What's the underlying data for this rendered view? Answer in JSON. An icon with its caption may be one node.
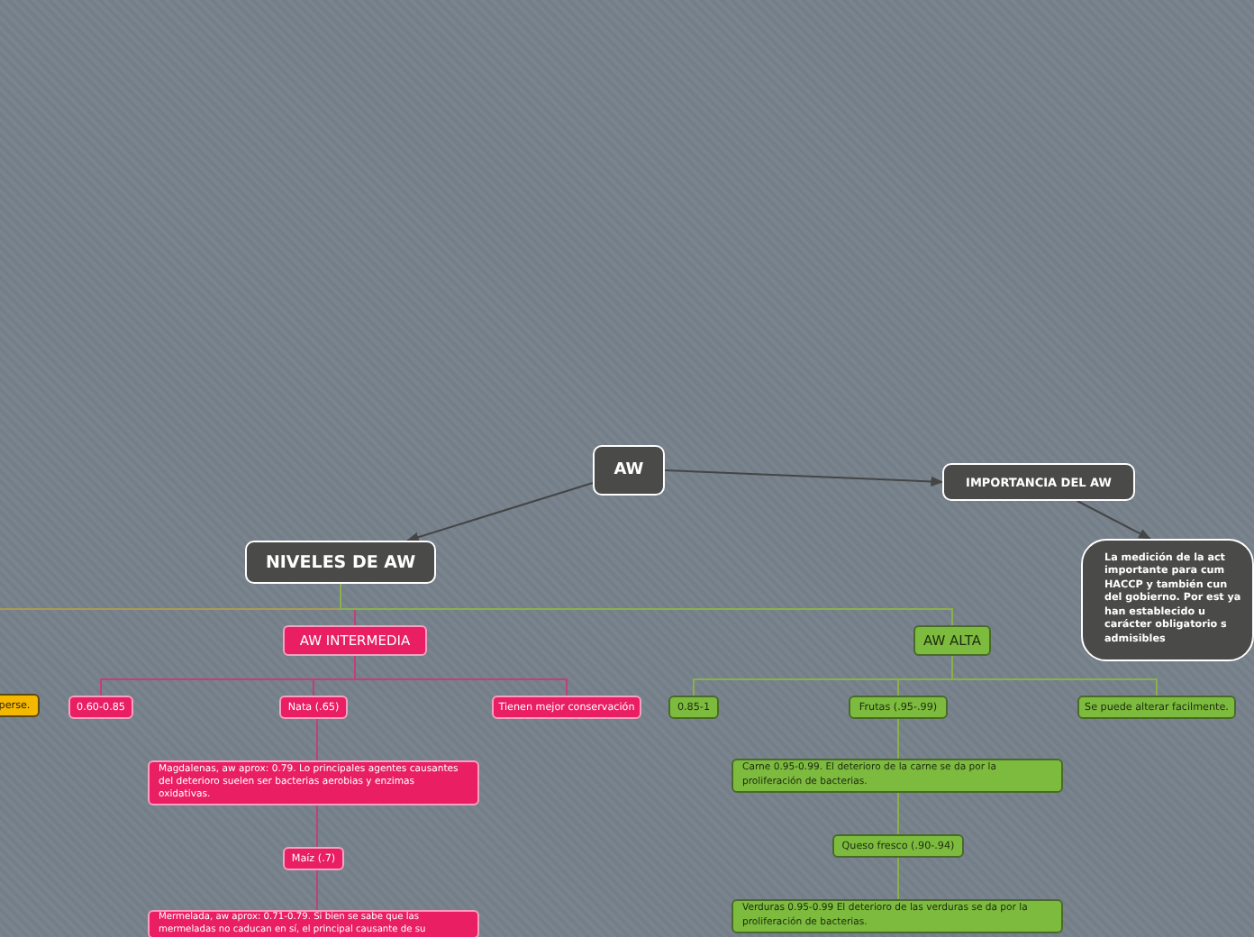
{
  "diagram": {
    "nodes": [
      {
        "text": [
          "AW"
        ]
      },
      {
        "text": [
          "IMPORTANCIA DEL AW"
        ]
      },
      {
        "text": [
          "NIVELES DE AW"
        ]
      },
      {
        "text": [
          "La medición de la act importante para cum HACCP y también cun del gobierno. Por est ya han establecido u carácter obligatorio s admisibles"
        ]
      },
      {
        "text": [
          "perse."
        ]
      },
      {
        "text": [
          "AW INTERMEDIA"
        ]
      },
      {
        "text": [
          "AW ALTA"
        ]
      },
      {
        "text": [
          "0.60-0.85"
        ]
      },
      {
        "text": [
          "Nata (.65)"
        ]
      },
      {
        "text": [
          "Tienen mejor conservación"
        ]
      },
      {
        "text": [
          "0.85-1"
        ]
      },
      {
        "text": [
          "Frutas (.95-.99)"
        ]
      },
      {
        "text": [
          "Se puede alterar facilmente."
        ]
      },
      {
        "text": [
          "Magdalenas, aw aprox: 0.79. Lo principales agentes causantes del deterioro suelen ser bacterias aerobias y enzimas oxidativas."
        ]
      },
      {
        "text": [
          "Carne 0.95-0.99. El deterioro de la carne se da por la proliferación de bacterias."
        ]
      },
      {
        "text": [
          "Maíz (.7)"
        ]
      },
      {
        "text": [
          "Queso fresco (.90-.94)"
        ]
      },
      {
        "text": [
          "Mermelada, aw aprox: 0.71-0.79. Si bien se sabe que las mermeladas no caducan en sí, el principal causante de su"
        ]
      },
      {
        "text": [
          "Verduras 0.95-0.99 El deterioro de las verduras se da por la proliferación de bacterias."
        ]
      }
    ],
    "edges": [
      {
        "from": 0,
        "to": 2,
        "arrow": "to",
        "color": "#454545"
      },
      {
        "from": 0,
        "to": 1,
        "arrow": "to",
        "color": "#454545"
      },
      {
        "from": 1,
        "to": 3,
        "arrow": "to",
        "color": "#454545"
      },
      {
        "from": 2,
        "to": null,
        "arrow": "none",
        "color": "#a89a52"
      },
      {
        "from": 2,
        "to": 5,
        "arrow": "none",
        "color": "#c2407a"
      },
      {
        "from": 2,
        "to": 6,
        "arrow": "none",
        "color": "#8ab04a"
      },
      {
        "from": 5,
        "to": 7,
        "arrow": "none",
        "color": "#c2407a"
      },
      {
        "from": 5,
        "to": 8,
        "arrow": "none",
        "color": "#c2407a"
      },
      {
        "from": 5,
        "to": 9,
        "arrow": "none",
        "color": "#c2407a"
      },
      {
        "from": 6,
        "to": 10,
        "arrow": "none",
        "color": "#8ab04a"
      },
      {
        "from": 6,
        "to": 11,
        "arrow": "none",
        "color": "#8ab04a"
      },
      {
        "from": 6,
        "to": 12,
        "arrow": "none",
        "color": "#8ab04a"
      },
      {
        "from": 8,
        "to": 13,
        "arrow": "none",
        "color": "#c2407a"
      },
      {
        "from": 13,
        "to": 15,
        "arrow": "none",
        "color": "#c2407a"
      },
      {
        "from": 15,
        "to": 17,
        "arrow": "none",
        "color": "#c2407a"
      },
      {
        "from": 11,
        "to": 14,
        "arrow": "none",
        "color": "#8ab04a"
      },
      {
        "from": 14,
        "to": 16,
        "arrow": "none",
        "color": "#8ab04a"
      },
      {
        "from": 16,
        "to": 18,
        "arrow": "none",
        "color": "#8ab04a"
      }
    ]
  }
}
